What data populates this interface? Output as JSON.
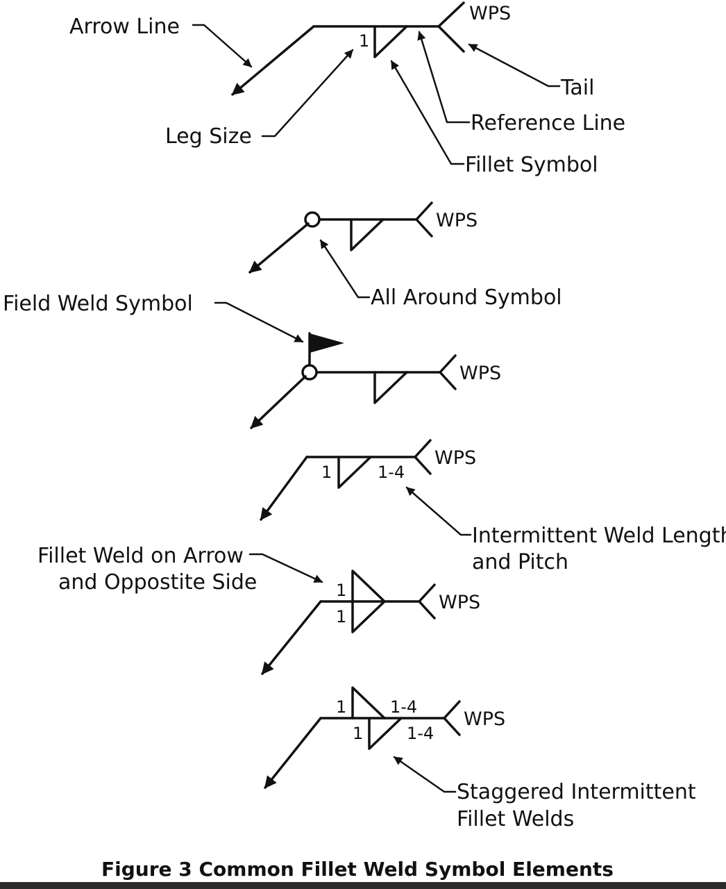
{
  "labels": {
    "arrow_line": "Arrow Line",
    "leg_size": "Leg Size",
    "tail": "Tail",
    "reference_line": "Reference Line",
    "fillet_symbol": "Fillet Symbol",
    "all_around_symbol": "All Around Symbol",
    "field_weld_symbol": "Field Weld Symbol",
    "intermittent_line1": "Intermittent Weld Length",
    "intermittent_line2": "and Pitch",
    "arrow_opposite_line1": "Fillet Weld on Arrow",
    "arrow_opposite_line2": "and Oppostite Side",
    "staggered_line1": "Staggered Intermittent",
    "staggered_line2": "Fillet Welds"
  },
  "symbols": {
    "wps": "WPS",
    "leg_size_value": "1",
    "length_pitch_value": "1-4"
  },
  "caption": "Figure 3 Common Fillet Weld Symbol Elements"
}
